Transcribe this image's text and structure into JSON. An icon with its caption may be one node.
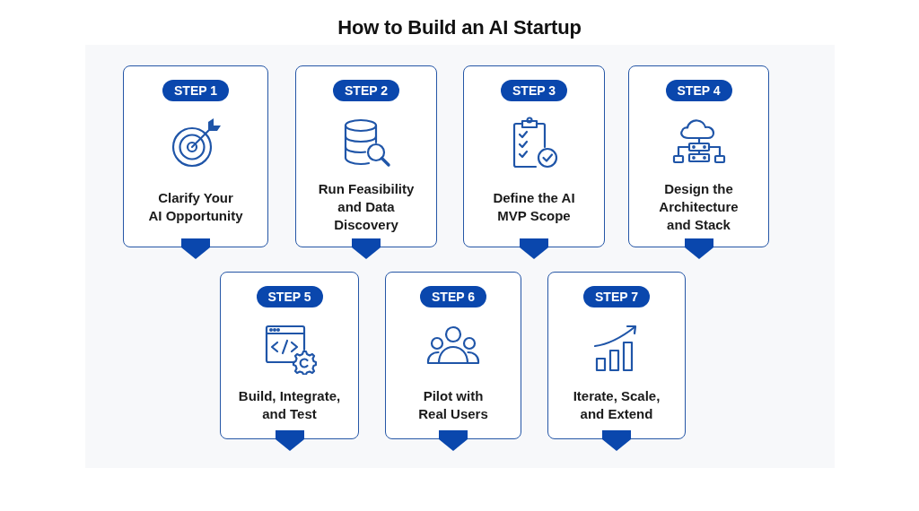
{
  "diagram": {
    "title": "How to Build an AI Startup",
    "nodes": [
      {
        "text": [
          "Clarify Your AI Opportunity"
        ]
      },
      {
        "text": [
          "STEP 1"
        ],
        "in": 0
      },
      {
        "text": [
          "Run Feasibility and Data Discovery"
        ]
      },
      {
        "text": [
          "STEP 2"
        ],
        "in": 2
      },
      {
        "text": [
          "Define the AI MVP Scope"
        ]
      },
      {
        "text": [
          "STEP 3"
        ],
        "in": 4
      },
      {
        "text": [
          "Design the Architecture and Stack"
        ]
      },
      {
        "text": [
          "STEP 4"
        ],
        "in": 6
      },
      {
        "text": [
          "Build, Integrate, and Test"
        ]
      },
      {
        "text": [
          "STEP 5"
        ],
        "in": 8
      },
      {
        "text": [
          "Pilot with Real Users"
        ]
      },
      {
        "text": [
          "STEP 6"
        ],
        "in": 10
      },
      {
        "text": [
          "Iterate, Scale, and Extend"
        ]
      },
      {
        "text": [
          "STEP 7"
        ],
        "in": 12
      }
    ]
  }
}
